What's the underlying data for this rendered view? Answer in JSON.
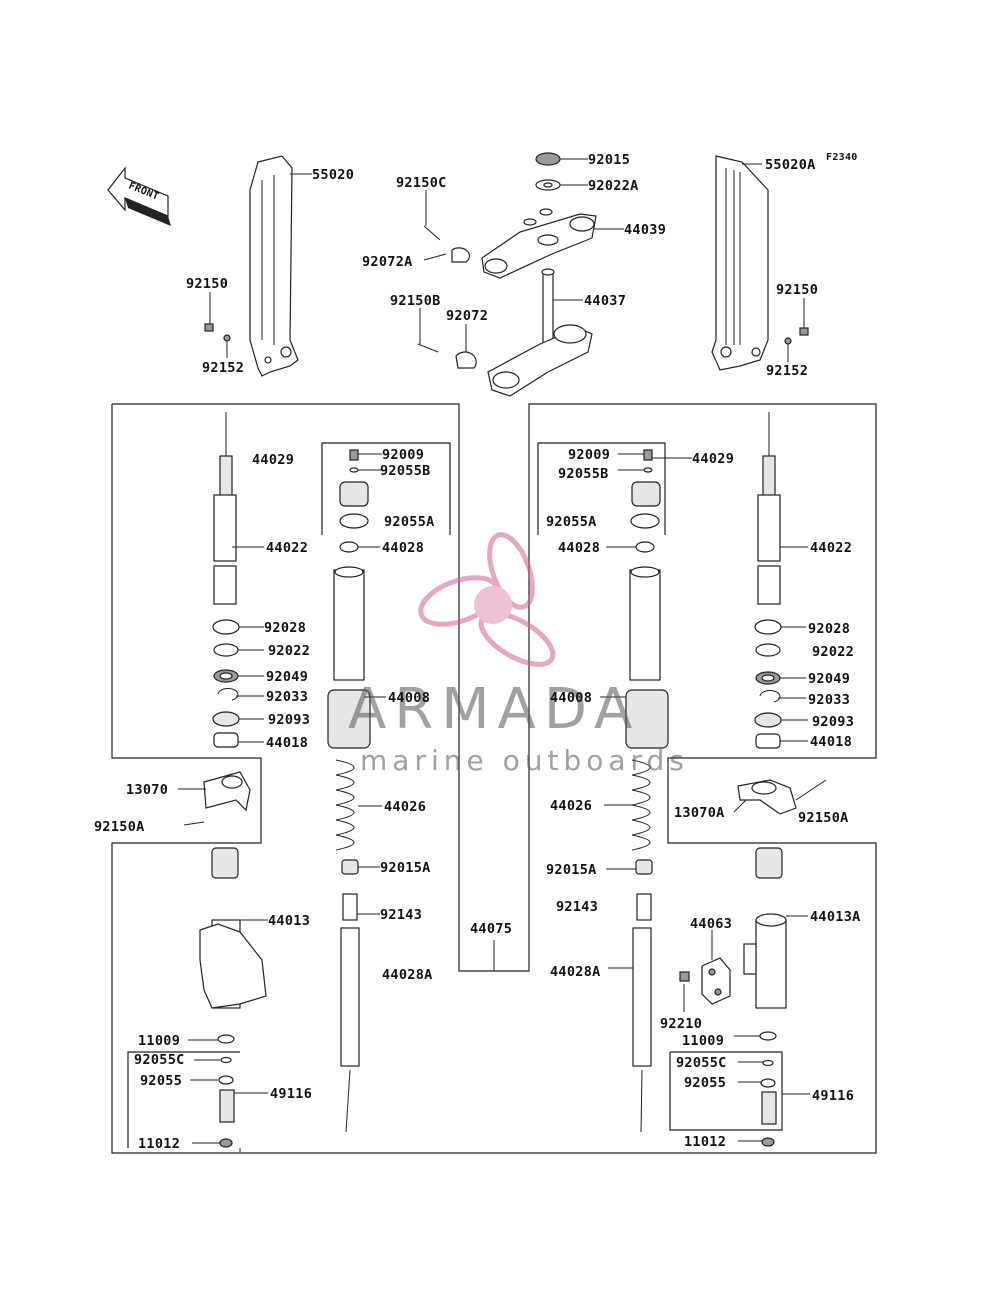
{
  "diagram_code": "F2340",
  "front_label": "FRONT",
  "watermark": {
    "brand": "ARMADA",
    "tagline": "marine outboards"
  },
  "labels": {
    "p55020": "55020",
    "p55020A": "55020A",
    "p92150C": "92150C",
    "p92072A": "92072A",
    "p92015": "92015",
    "p92022A": "92022A",
    "p44039": "44039",
    "p44037": "44037",
    "p92150B": "92150B",
    "p92072": "92072",
    "p92150_l": "92150",
    "p92152_l": "92152",
    "p92150_r": "92150",
    "p92152_r": "92152",
    "p44029_l": "44029",
    "p44022_l": "44022",
    "p92028_l": "92028",
    "p92022_l": "92022",
    "p92049_l": "92049",
    "p92033_l": "92033",
    "p92093_l": "92093",
    "p44018_l": "44018",
    "p92009_l": "92009",
    "p92055B_l": "92055B",
    "p92055A_l": "92055A",
    "p44028_l": "44028",
    "p44008_l": "44008",
    "p44026_l": "44026",
    "p92015A_l": "92015A",
    "p92143_l": "92143",
    "p44028A_l": "44028A",
    "p13070": "13070",
    "p92150A_l": "92150A",
    "p44013": "44013",
    "p11009_l": "11009",
    "p92055C_l": "92055C",
    "p92055_l": "92055",
    "p49116_l": "49116",
    "p11012_l": "11012",
    "p44075": "44075",
    "p92009_r": "92009",
    "p92055B_r": "92055B",
    "p44029_r": "44029",
    "p92055A_r": "92055A",
    "p44028_r": "44028",
    "p44008_r": "44008",
    "p44026_r": "44026",
    "p92015A_r": "92015A",
    "p92143_r": "92143",
    "p44028A_r": "44028A",
    "p44022_r": "44022",
    "p92028_r": "92028",
    "p92022_r": "92022",
    "p92049_r": "92049",
    "p92033_r": "92033",
    "p92093_r": "92093",
    "p44018_r": "44018",
    "p13070A": "13070A",
    "p92150A_r": "92150A",
    "p44013A": "44013A",
    "p44063": "44063",
    "p92210": "92210",
    "p11009_r": "11009",
    "p92055C_r": "92055C",
    "p92055_r": "92055",
    "p49116_r": "49116",
    "p11012_r": "11012"
  }
}
